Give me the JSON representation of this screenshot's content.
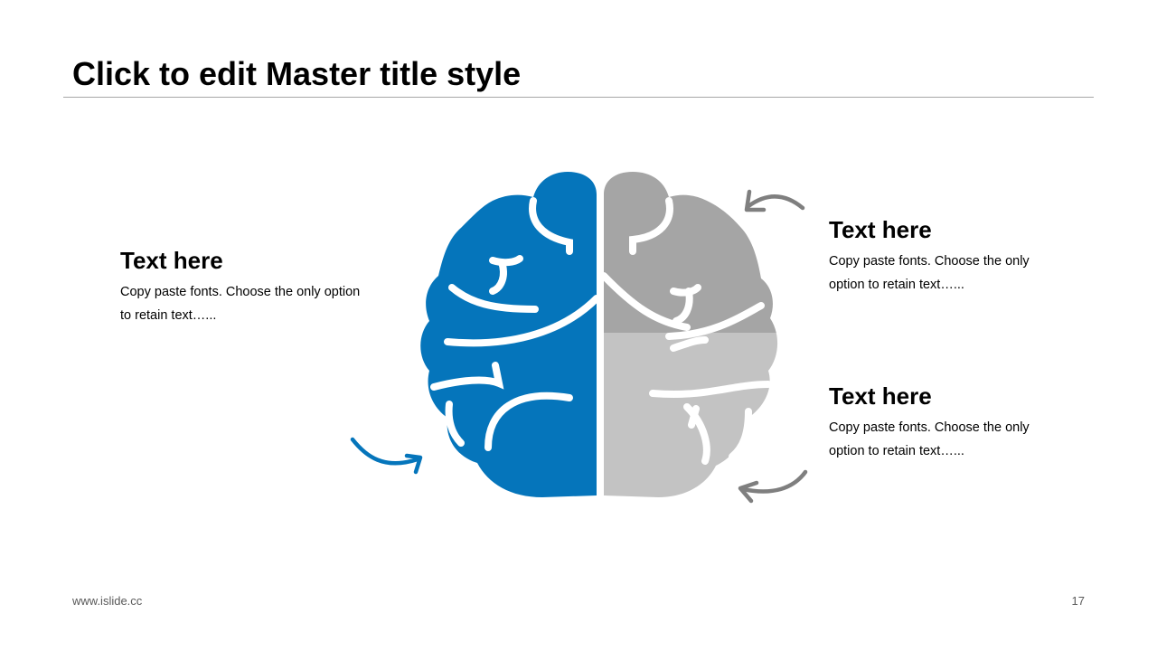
{
  "slide": {
    "title": "Click to edit Master title style",
    "page_number": "17",
    "footer_url": "www.islide.cc"
  },
  "blocks": {
    "left": {
      "heading": "Text here",
      "body": "Copy paste fonts. Choose the only option to retain text…..."
    },
    "right_top": {
      "heading": "Text here",
      "body": "Copy paste fonts. Choose the only option to retain text…..."
    },
    "right_bottom": {
      "heading": "Text here",
      "body": "Copy paste fonts. Choose the only option to retain text…..."
    }
  },
  "colors": {
    "left_hemisphere": "#0575bb",
    "right_upper": "#a5a5a5",
    "right_lower": "#c3c3c3",
    "arrow_left": "#0575bb",
    "arrow_right": "#7f7f7f"
  },
  "icons": {
    "brain": "brain-icon",
    "arrow_left": "curved-arrow-icon",
    "arrow_right_top": "curved-arrow-icon",
    "arrow_right_bottom": "curved-arrow-icon"
  }
}
